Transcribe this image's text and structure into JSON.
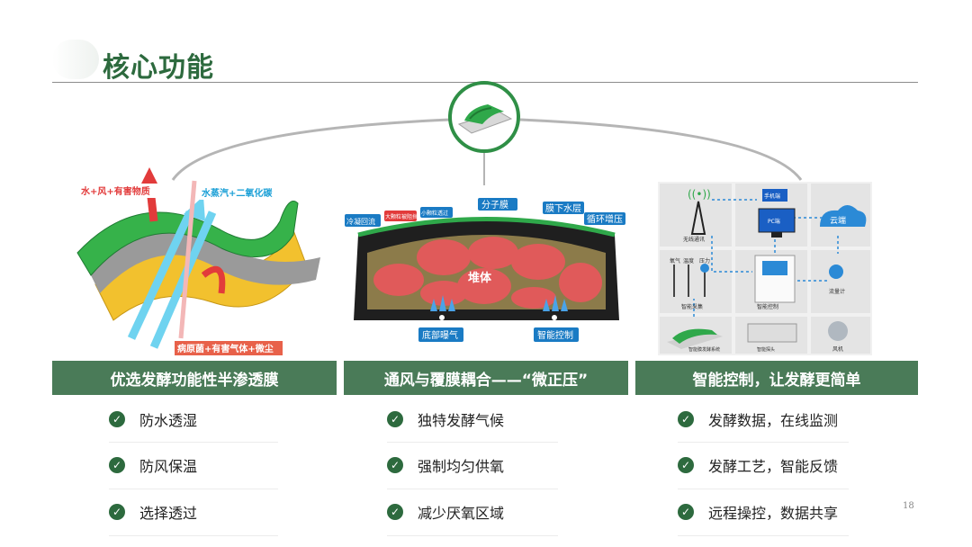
{
  "page": {
    "title": "核心功能",
    "page_number": "18"
  },
  "panels": [
    {
      "bar_label": "优选发酵功能性半渗透膜",
      "illustration_labels": [
        "水+风+有害物质",
        "水蒸汽+二氧化碳",
        "病原菌+有害气体+微尘"
      ],
      "items": [
        "防水透湿",
        "防风保温",
        "选择透过"
      ]
    },
    {
      "bar_label": "通风与覆膜耦合——“微正压”",
      "illustration_labels": [
        "分子膜",
        "膜下水层",
        "循环增压",
        "冷凝回流",
        "大颗粒被阻挡",
        "小颗粒透过",
        "堆体",
        "底部曝气",
        "智能控制"
      ],
      "items": [
        "独特发酵气候",
        "强制均匀供氧",
        "减少厌氧区域"
      ]
    },
    {
      "bar_label": "智能控制，让发酵更简单",
      "illustration_labels": [
        "无线通讯",
        "手机端",
        "PC端",
        "云端",
        "氧气",
        "温度",
        "压力",
        "智能采集",
        "智能控制",
        "智能探头",
        "智能膜发酵系统",
        "流量计",
        "风机"
      ],
      "items": [
        "发酵数据，在线监测",
        "发酵工艺，智能反馈",
        "远程操控，数据共享"
      ]
    }
  ],
  "colors": {
    "accent": "#2d6a3e",
    "bar": "#4a7b58",
    "hub_ring": "#2f8f46",
    "pile": "#e05a5a",
    "membrane": "#2fa84a"
  }
}
